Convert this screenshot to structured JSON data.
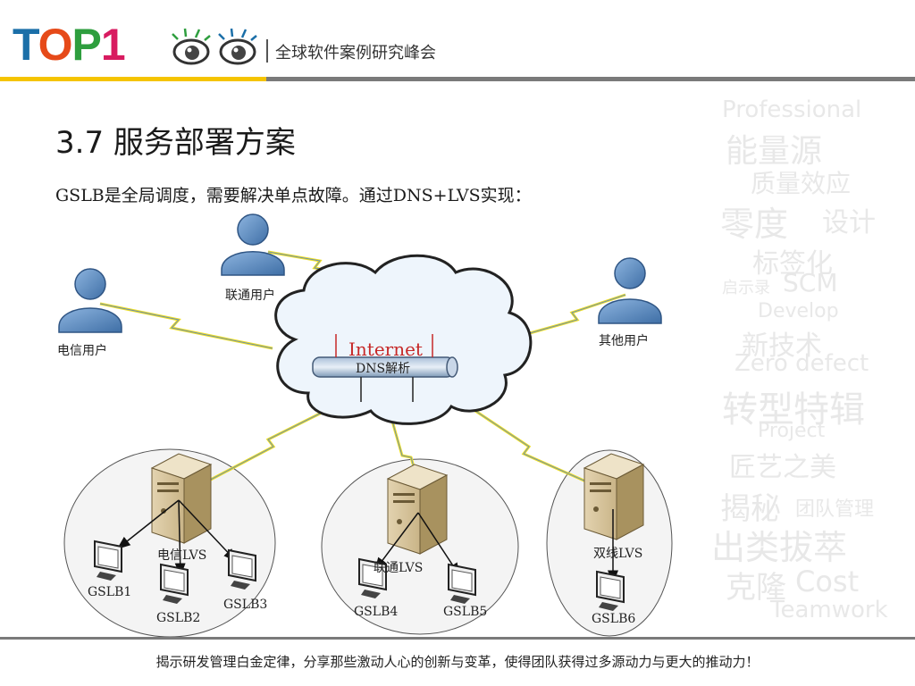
{
  "header": {
    "logo": {
      "t": "T",
      "o": "O",
      "p": "P",
      "one": "1"
    },
    "subtitle": "全球软件案例研究峰会"
  },
  "slide": {
    "title": "3.7  服务部署方案",
    "description": "GSLB是全局调度，需要解决单点故障。通过DNS+LVS实现："
  },
  "diagram": {
    "users": {
      "unicom": "联通用户",
      "telecom": "电信用户",
      "other": "其他用户"
    },
    "cloud": {
      "internet": "Internet",
      "dns": "DNS解析"
    },
    "clusters": {
      "telecom_lvs": "电信LVS",
      "unicom_lvs": "联通LVS",
      "dual_lvs": "双线LVS"
    },
    "gslb": [
      "GSLB1",
      "GSLB2",
      "GSLB3",
      "GSLB4",
      "GSLB5",
      "GSLB6"
    ]
  },
  "wordcloud": [
    "Professional",
    "能量源",
    "质量效应",
    "零度",
    "设计",
    "标签化",
    "启示录",
    "SCM",
    "Develop",
    "新技术",
    "Zero defect",
    "转型特辑",
    "Project",
    "匠艺之美",
    "揭秘",
    "团队管理",
    "出类拔萃",
    "克隆",
    "Cost",
    "Teamwork"
  ],
  "footer": {
    "text": "揭示研发管理白金定律，分享那些激动人心的创新与变革，使得团队获得过多源动力与更大的推动力！"
  },
  "colors": {
    "brand_blue": "#1b6fa8",
    "brand_orange": "#e64a19",
    "brand_green": "#2e9e3e",
    "brand_pink": "#d81b60",
    "accent_yellow": "#f5c400",
    "internet_red": "#c62828",
    "user_blue": "#5b8fc7",
    "cloud_fill": "#e9f3fb"
  }
}
